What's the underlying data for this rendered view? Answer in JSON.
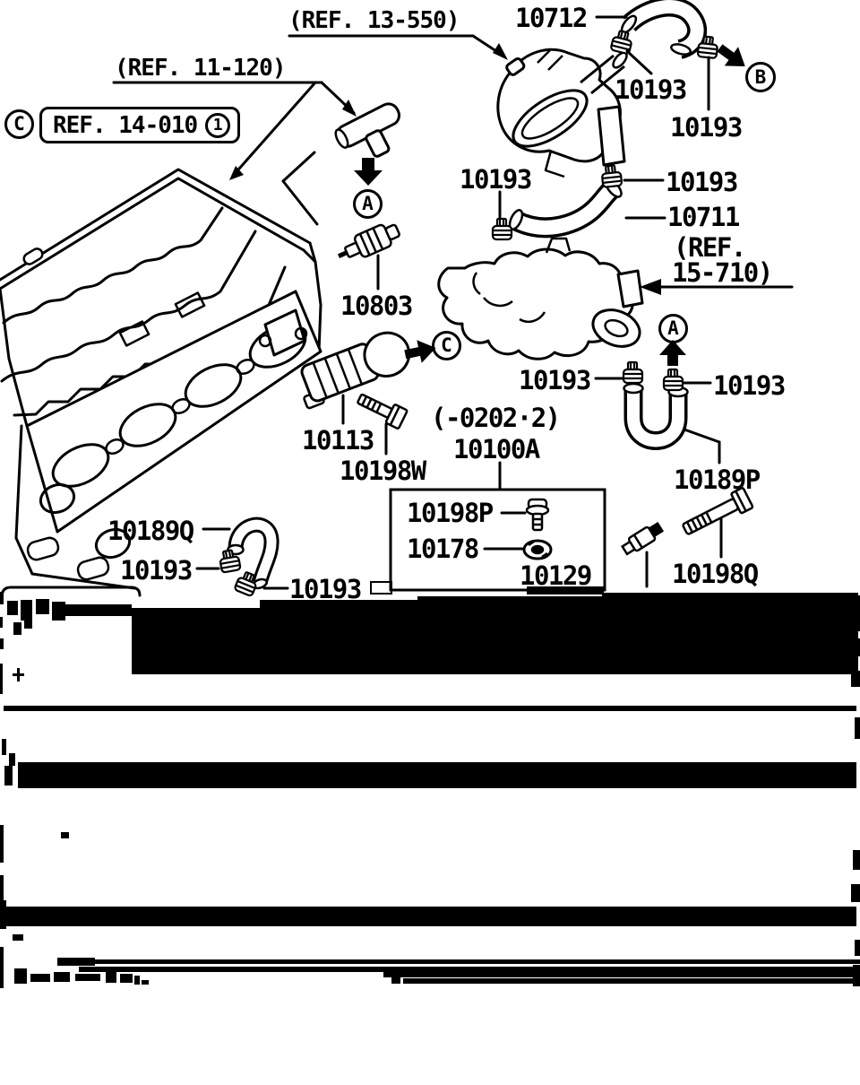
{
  "refs": {
    "r13_550": "(REF. 13-550)",
    "r11_120": "(REF. 11-120)",
    "r14_010": "REF. 14-010",
    "r15_710_1": "(REF.",
    "r15_710_2": "15-710)",
    "variant": "(-0202·2)"
  },
  "parts": {
    "n10712": "10712",
    "n10711": "10711",
    "n10803": "10803",
    "n10113": "10113",
    "n10198W": "10198W",
    "n10100A": "10100A",
    "n10189P": "10189P",
    "n10189Q": "10189Q",
    "n10198P": "10198P",
    "n10178": "10178",
    "n10129": "10129",
    "n10198Q": "10198Q",
    "n10193": "10193"
  },
  "callouts": {
    "a": "A",
    "b": "B",
    "c": "C",
    "one": "1"
  },
  "colors": {
    "ink": "#000000",
    "paper": "#ffffff"
  }
}
